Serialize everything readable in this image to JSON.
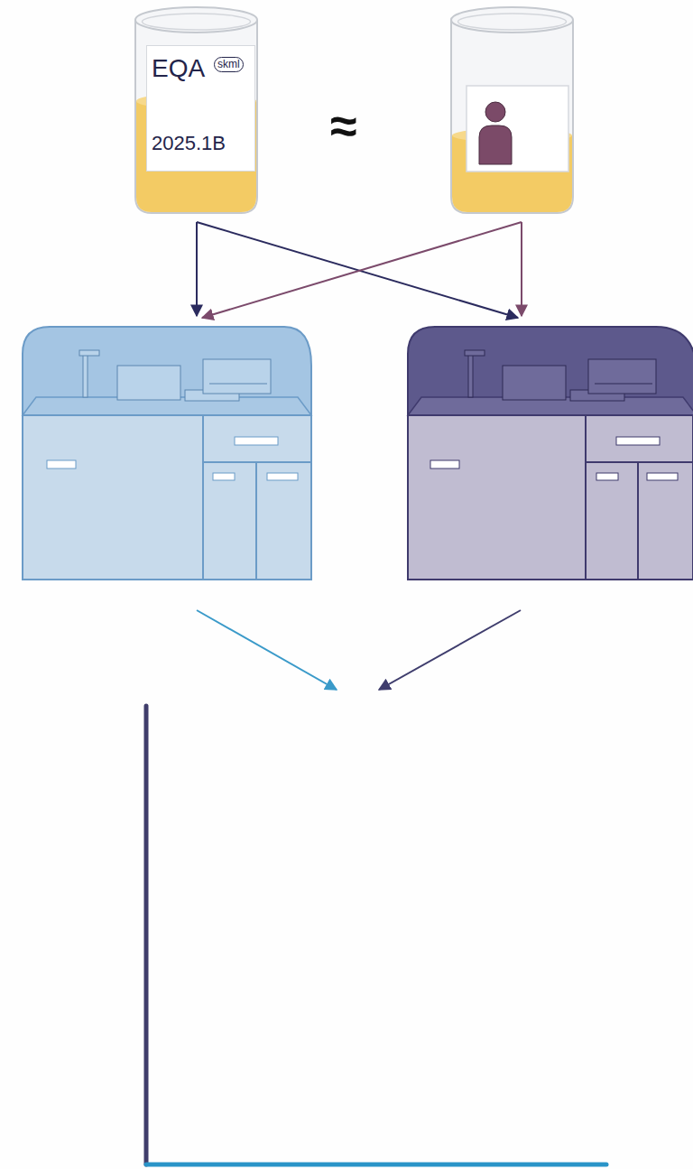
{
  "diagram": {
    "nodes": [
      {
        "text": [
          "EQA",
          "skml",
          "2025.1B"
        ]
      }
    ],
    "labels": [
      "≈"
    ]
  }
}
